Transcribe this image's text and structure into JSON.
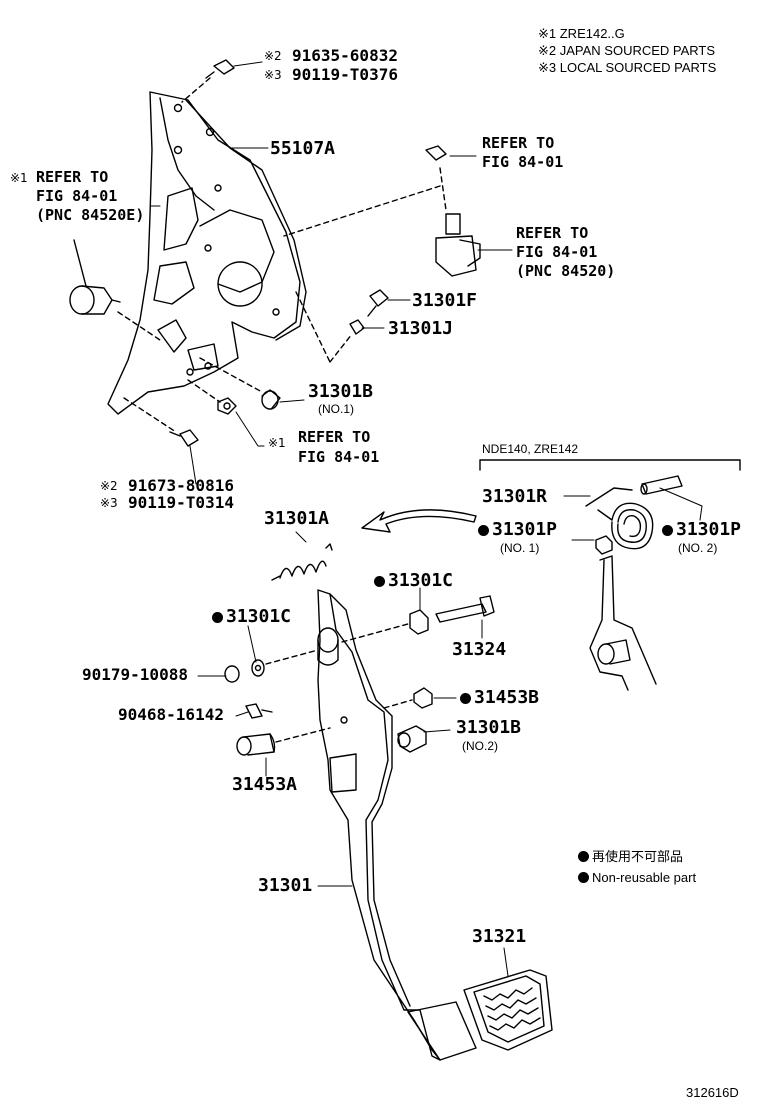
{
  "legend_notes": {
    "note1": "※1 ZRE142..G",
    "note2": "※2 JAPAN SOURCED PARTS",
    "note3": "※3 LOCAL SOURCED PARTS"
  },
  "bracket_group": {
    "bolt_top": {
      "mark2": "※2",
      "pn2": "91635-60832",
      "mark3": "※3",
      "pn3": "90119-T0376"
    },
    "bracket": {
      "pn": "55107A"
    },
    "left_ref": {
      "mark": "※1",
      "line1": "REFER TO",
      "line2": "FIG 84-01",
      "line3": "(PNC 84520E)"
    },
    "clip_ref": {
      "line1": "REFER TO",
      "line2": "FIG 84-01"
    },
    "switch_ref": {
      "line1": "REFER TO",
      "line2": "FIG 84-01",
      "line3": "(PNC 84520)"
    },
    "stopper_f": {
      "pn": "31301F"
    },
    "stopper_j": {
      "pn": "31301J"
    },
    "cushion_b1": {
      "pn": "31301B",
      "sub": "(NO.1)"
    },
    "nut_ref": {
      "mark": "※1",
      "line1": "REFER TO",
      "line2": "FIG 84-01"
    },
    "bolt_bottom": {
      "mark2": "※2",
      "pn2": "91673-80816",
      "mark3": "※3",
      "pn3": "90119-T0314"
    }
  },
  "inset": {
    "title": "NDE140, ZRE142",
    "spring_r": {
      "pn": "31301R"
    },
    "bush_p1": {
      "pn": "31301P",
      "sub": "(NO. 1)"
    },
    "bush_p2": {
      "pn": "31301P",
      "sub": "(NO. 2)"
    }
  },
  "pedal_group": {
    "spring_a": {
      "pn": "31301A"
    },
    "collar_c_top": {
      "pn": "31301C"
    },
    "collar_c_left": {
      "pn": "31301C"
    },
    "bolt_31324": {
      "pn": "31324"
    },
    "washer": {
      "pn": "90179-10088"
    },
    "pin_clip": {
      "pn": "90468-16142"
    },
    "bush_b": {
      "pn": "31453B"
    },
    "cushion_b2": {
      "pn": "31301B",
      "sub": "(NO.2)"
    },
    "pin_a": {
      "pn": "31453A"
    },
    "pedal": {
      "pn": "31301"
    },
    "pad": {
      "pn": "31321"
    }
  },
  "reuse_legend": {
    "jp": "再使用不可部品",
    "en": "Non-reusable part"
  },
  "figure_id": "312616D"
}
